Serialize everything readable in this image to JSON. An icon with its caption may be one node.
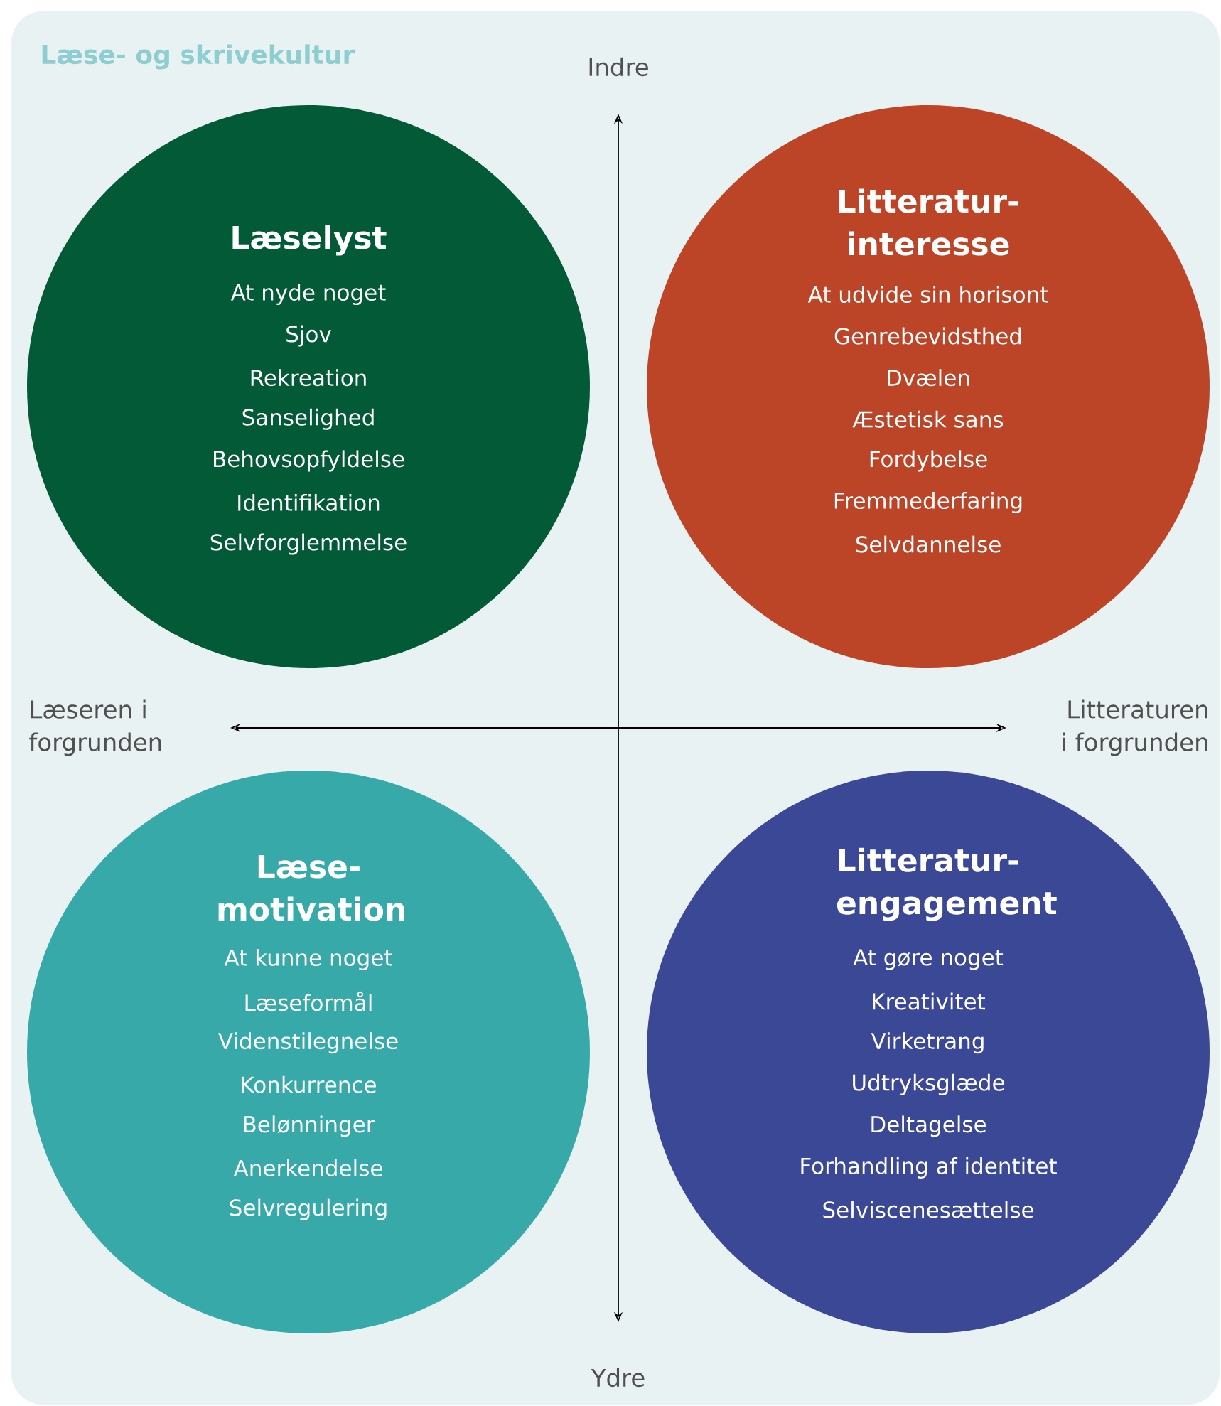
{
  "diagram": {
    "title": "Læse- og skrivekultur",
    "nodes": [
      {
        "text": [
          "Læselyst",
          "At nyde noget",
          "Sjov",
          "Rekreation",
          "Sanselighed",
          "Behovsopfyldelse",
          "Identifikation",
          "Selvforglemmelse"
        ]
      },
      {
        "text": [
          "Litteratur-interesse",
          "At udvide sin horisont",
          "Genrebevidsthed",
          "Dvælen",
          "Æstetisk sans",
          "Fordybelse",
          "Fremmederfaring",
          "Selvdannelse"
        ]
      },
      {
        "text": [
          "Læse-motivation",
          "At kunne noget",
          "Læseformål",
          "Videnstilegnelse",
          "Konkurrence",
          "Belønninger",
          "Anerkendelse",
          "Selvregulering"
        ]
      },
      {
        "text": [
          "Litteratur-engagement",
          "At gøre noget",
          "Kreativitet",
          "Virketrang",
          "Udtryksglæde",
          "Deltagelse",
          "Forhandling af identitet",
          "Selviscenesættelse"
        ]
      }
    ],
    "labels": [
      "Indre",
      "Læseren i forgrunden",
      "Litteraturen i forgrunden",
      "Ydre"
    ]
  }
}
